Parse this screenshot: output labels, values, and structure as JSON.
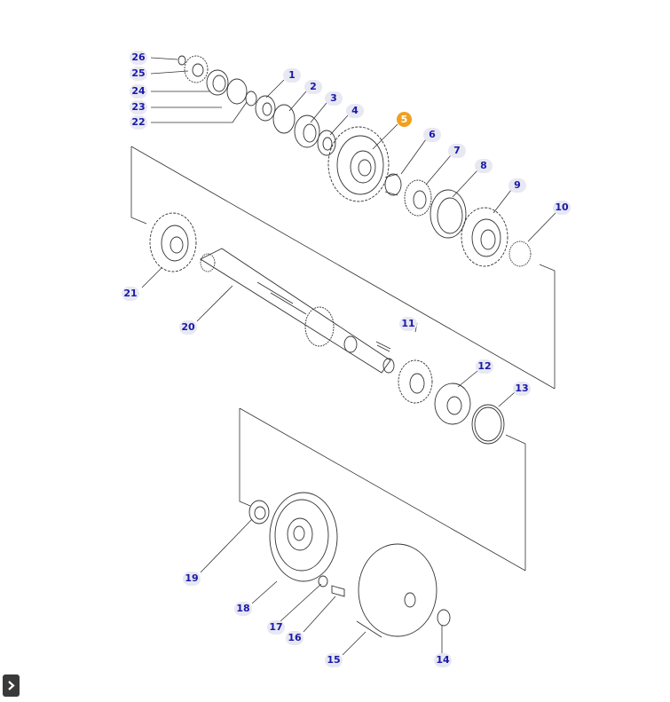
{
  "callouts": [
    {
      "id": "1",
      "label": "1",
      "active": false
    },
    {
      "id": "2",
      "label": "2",
      "active": false
    },
    {
      "id": "3",
      "label": "3",
      "active": false
    },
    {
      "id": "4",
      "label": "4",
      "active": false
    },
    {
      "id": "5",
      "label": "5",
      "active": true
    },
    {
      "id": "6",
      "label": "6",
      "active": false
    },
    {
      "id": "7",
      "label": "7",
      "active": false
    },
    {
      "id": "8",
      "label": "8",
      "active": false
    },
    {
      "id": "9",
      "label": "9",
      "active": false
    },
    {
      "id": "10",
      "label": "10",
      "active": false
    },
    {
      "id": "11",
      "label": "11",
      "active": false
    },
    {
      "id": "12",
      "label": "12",
      "active": false
    },
    {
      "id": "13",
      "label": "13",
      "active": false
    },
    {
      "id": "14",
      "label": "14",
      "active": false
    },
    {
      "id": "15",
      "label": "15",
      "active": false
    },
    {
      "id": "16",
      "label": "16",
      "active": false
    },
    {
      "id": "17",
      "label": "17",
      "active": false
    },
    {
      "id": "18",
      "label": "18",
      "active": false
    },
    {
      "id": "19",
      "label": "19",
      "active": false
    },
    {
      "id": "20",
      "label": "20",
      "active": false
    },
    {
      "id": "21",
      "label": "21",
      "active": false
    },
    {
      "id": "22",
      "label": "22",
      "active": false
    },
    {
      "id": "23",
      "label": "23",
      "active": false
    },
    {
      "id": "24",
      "label": "24",
      "active": false
    },
    {
      "id": "25",
      "label": "25",
      "active": false
    },
    {
      "id": "26",
      "label": "26",
      "active": false
    }
  ],
  "colors": {
    "callout_text": "#1a1aa8",
    "callout_bg": "#e8e8f2",
    "active": "#f0a020",
    "line": "#333333"
  },
  "toolbar": {
    "expand_icon": "chevron-right-icon"
  }
}
